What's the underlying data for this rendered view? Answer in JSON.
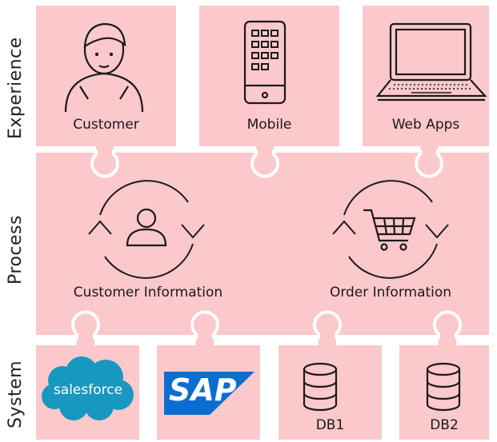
{
  "layers": {
    "experience": "Experience",
    "process": "Process",
    "system": "System"
  },
  "experience": {
    "customer": "Customer",
    "mobile": "Mobile",
    "web_apps": "Web Apps"
  },
  "process": {
    "customer_information": "Customer Information",
    "order_information": "Order Information"
  },
  "system": {
    "salesforce": "salesforce",
    "sap": "SAP",
    "db1": "DB1",
    "db2": "DB2"
  },
  "colors": {
    "tile_fill": "#fbc8cc",
    "salesforce_blue": "#1798c1",
    "sap_blue": "#0a6ed1",
    "ink": "#1a1a1a"
  },
  "icons": [
    "person-icon",
    "phone-icon",
    "laptop-icon",
    "user-cycle-icon",
    "cart-cycle-icon",
    "salesforce-logo",
    "sap-logo",
    "database-icon"
  ]
}
